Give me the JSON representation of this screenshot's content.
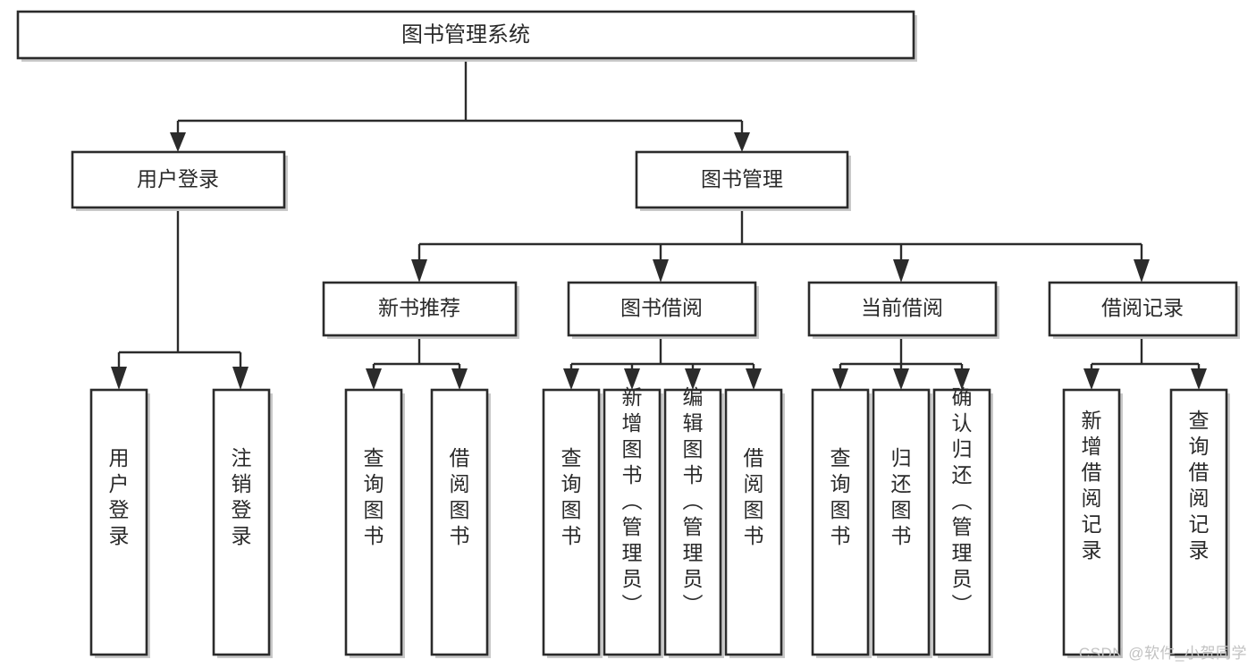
{
  "diagram": {
    "title": "图书管理系统",
    "type": "tree-hierarchy-chart",
    "watermark": "CSDN @软件_小贺同学",
    "colors": {
      "box_border": "#2b2b2b",
      "box_fill": "#ffffff",
      "connector": "#2b2b2b",
      "text": "#2a2a2a",
      "shadow": "#c9c9c9",
      "watermark": "#c2c2c2"
    },
    "root": {
      "label": "图书管理系统"
    },
    "level1": [
      {
        "label": "用户登录"
      },
      {
        "label": "图书管理"
      }
    ],
    "level2": [
      {
        "label": "新书推荐"
      },
      {
        "label": "图书借阅"
      },
      {
        "label": "当前借阅"
      },
      {
        "label": "借阅记录"
      }
    ],
    "leaves": {
      "user_login": [
        {
          "label": "用户登录"
        },
        {
          "label": "注销登录"
        }
      ],
      "new_book_recommend": [
        {
          "label": "查询图书"
        },
        {
          "label": "借阅图书"
        }
      ],
      "book_borrow": [
        {
          "label": "查询图书"
        },
        {
          "label": "新增图书（管理员）"
        },
        {
          "label": "编辑图书（管理员）"
        },
        {
          "label": "借阅图书"
        }
      ],
      "current_borrow": [
        {
          "label": "查询图书"
        },
        {
          "label": "归还图书"
        },
        {
          "label": "确认归还（管理员）"
        }
      ],
      "borrow_record": [
        {
          "label": "新增借阅记录"
        },
        {
          "label": "查询借阅记录"
        }
      ]
    }
  }
}
